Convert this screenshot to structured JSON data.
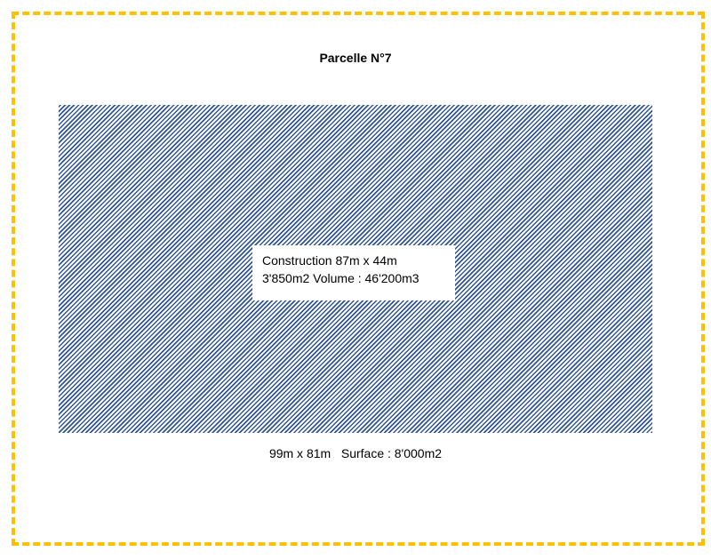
{
  "plot": {
    "title": "Parcelle N°7",
    "dimensions": "99m x 81m   Surface : 8'000m2",
    "border_color": "#FFC000"
  },
  "building": {
    "line1": "Construction 87m x 44m",
    "line2": "3'850m2 Volume : 46'200m3",
    "hatch_color": "#2F5597"
  }
}
